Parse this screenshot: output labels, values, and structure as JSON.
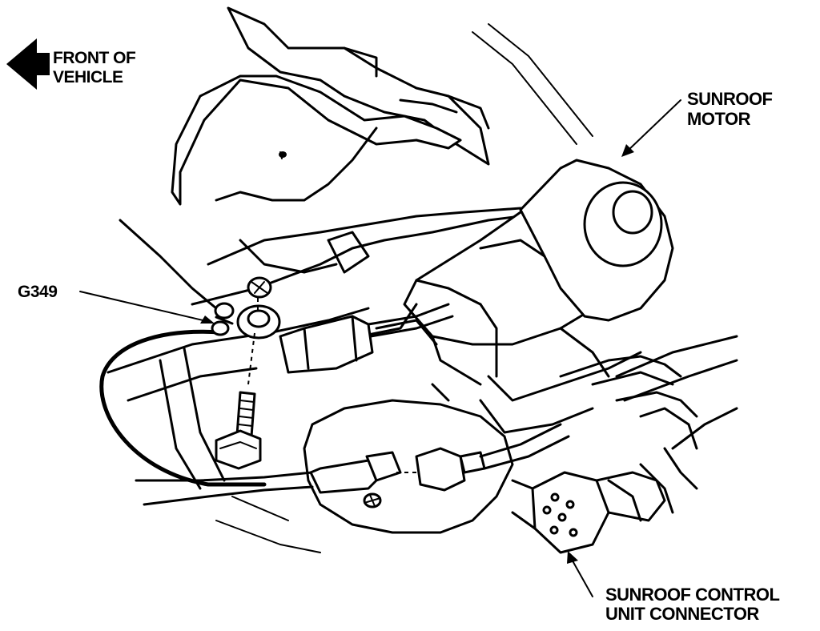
{
  "labels": {
    "front_of_vehicle_line1": "FRONT OF",
    "front_of_vehicle_line2": "VEHICLE",
    "ground_id": "G349",
    "motor_line1": "SUNROOF",
    "motor_line2": "MOTOR",
    "connector_line1": "SUNROOF CONTROL",
    "connector_line2": "UNIT CONNECTOR"
  },
  "icons": {
    "direction_arrow": "left-arrow-icon"
  },
  "colors": {
    "line": "#000000",
    "background": "#ffffff"
  }
}
